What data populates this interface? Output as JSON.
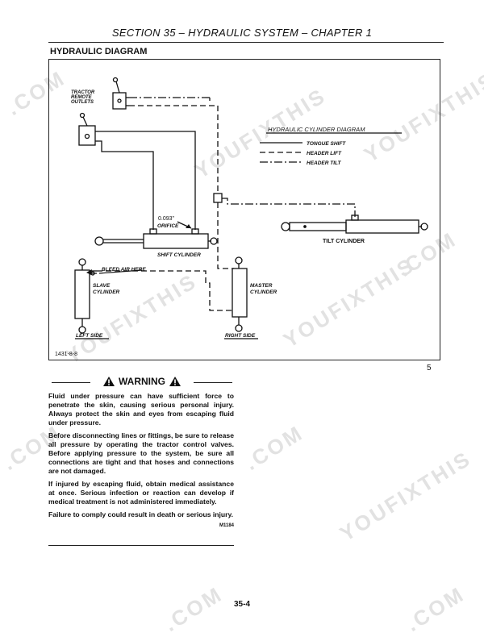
{
  "header": {
    "text": "SECTION 35 – HYDRAULIC SYSTEM – CHAPTER 1"
  },
  "section_title": "HYDRAULIC DIAGRAM",
  "diagram": {
    "tractor_outlets_label": [
      "TRACTOR",
      "REMOTE",
      "OUTLETS"
    ],
    "legend_title": "HYDRAULIC CYLINDER DIAGRAM",
    "legend_items": [
      "TONGUE SHIFT",
      "HEADER LIFT",
      "HEADER TILT"
    ],
    "orifice_value": "0.093\"",
    "orifice_label": "ORIFICE",
    "shift_cylinder_label": "SHIFT CYLINDER",
    "tilt_cylinder_label": "TILT CYLINDER",
    "bleed_label": "BLEED AIR HERE",
    "slave_label": [
      "SLAVE",
      "CYLINDER"
    ],
    "master_label": [
      "MASTER",
      "CYLINDER"
    ],
    "left_side_label": "LEFT SIDE",
    "right_side_label": "RIGHT SIDE",
    "figure_code": "1431-8-8"
  },
  "figure_number": "5",
  "warning": {
    "title": "WARNING",
    "paragraphs": [
      "Fluid under pressure can have sufficient force to penetrate the skin, causing serious personal injury. Always protect the skin and eyes from escaping fluid under pressure.",
      "Before disconnecting lines or fittings, be sure to release all pressure by operating the tractor control valves. Before applying pressure to the system, be sure all connections are tight and that hoses and connections are not damaged.",
      "If injured by escaping fluid, obtain medical assistance at once. Serious infection or reaction can develop if medical treatment is not administered immediately.",
      "Failure to comply could result in death or serious injury."
    ],
    "code": "M1184"
  },
  "page_number": "35-4",
  "watermark_text": [
    "YOUFIXTHIS",
    ".COM"
  ]
}
